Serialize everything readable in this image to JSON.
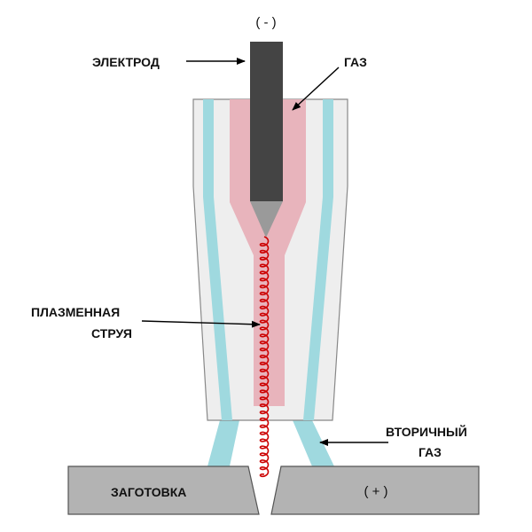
{
  "labels": {
    "polarity_top": "( - )",
    "electrode": "ЭЛЕКТРОД",
    "gas": "ГАЗ",
    "plasma_jet_line1": "ПЛАЗМЕННАЯ",
    "plasma_jet_line2": "СТРУЯ",
    "secondary_gas_line1": "ВТОРИЧНЫЙ",
    "secondary_gas_line2": "ГАЗ",
    "workpiece": "ЗАГОТОВКА",
    "polarity_bottom": "( + )"
  },
  "colors": {
    "nozzle_body": "#eeeeee",
    "nozzle_outline": "#888888",
    "plasma_gas": "#e8b4bc",
    "secondary_gas": "#9fd9df",
    "electrode": "#444444",
    "electrode_tip": "#9a9a9a",
    "arc_coil": "#cc0000",
    "workpiece": "#b3b3b3",
    "workpiece_outline": "#555555"
  },
  "coil": {
    "turns": 34
  }
}
